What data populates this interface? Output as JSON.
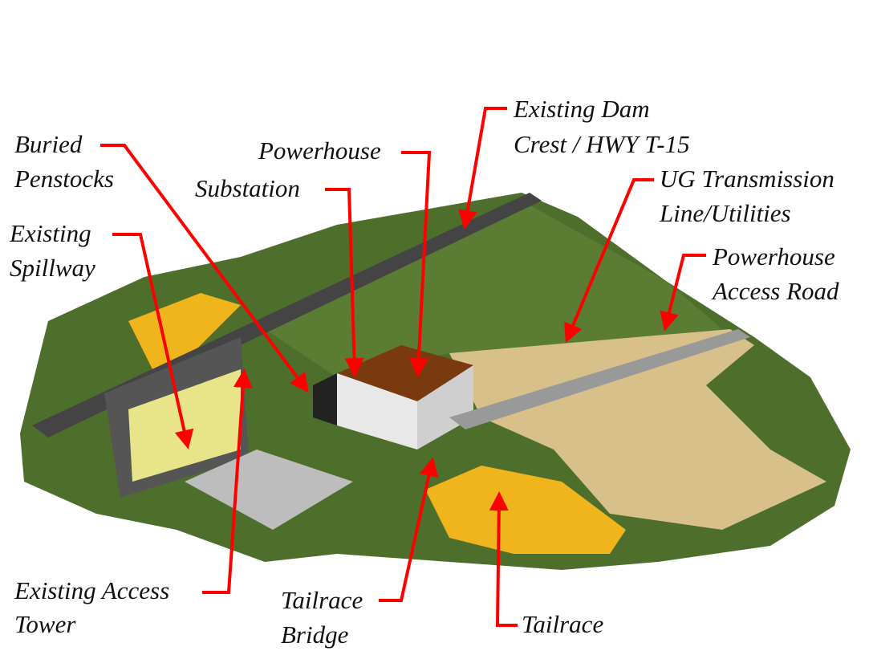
{
  "labels": {
    "dam_crest": [
      "Existing Dam",
      "Crest / HWY T-15"
    ],
    "buried_penstocks": [
      "Buried",
      "Penstocks"
    ],
    "powerhouse": [
      "Powerhouse"
    ],
    "substation": [
      "Substation"
    ],
    "spillway": [
      "Existing",
      "Spillway"
    ],
    "ug_transmission": [
      "UG Transmission",
      "Line/Utilities"
    ],
    "access_road": [
      "Powerhouse",
      "Access Road"
    ],
    "access_tower": [
      "Existing Access",
      "Tower"
    ],
    "tailrace_bridge": [
      "Tailrace",
      "Bridge"
    ],
    "tailrace": [
      "Tailrace"
    ]
  },
  "colors": {
    "arrow": "#ff0000",
    "terrain": "#4e6e2c",
    "sand": "#d8c08a",
    "water": "#f0b41c"
  }
}
